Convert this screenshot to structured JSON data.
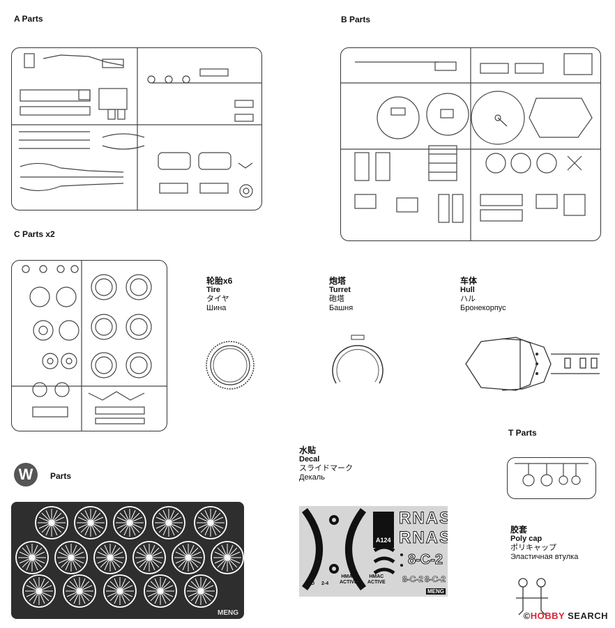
{
  "headers": {
    "a": "A Parts",
    "b": "B Parts",
    "c": "C Parts  x2",
    "t": "T Parts",
    "w_badge": "W",
    "w": "Parts"
  },
  "labels": {
    "tire": {
      "zh": "轮胎x6",
      "en": "Tire",
      "ja": "タイヤ",
      "ru": "Шина"
    },
    "turret": {
      "zh": "炮塔",
      "en": "Turret",
      "ja": "砲塔",
      "ru": "Башня"
    },
    "hull": {
      "zh": "车体",
      "en": "Hull",
      "ja": "ハル",
      "ru": "Бронекорпус"
    },
    "decal": {
      "zh": "水贴",
      "en": "Decal",
      "ja": "スライドマーク",
      "ru": "Декаль"
    },
    "polycap": {
      "zh": "胶套",
      "en": "Poly cap",
      "ja": "ポリキャップ",
      "ru": "Эластичная втулка"
    }
  },
  "decal_text": {
    "rnas_1": "RNAS",
    "rnas_2": "RNAS",
    "code_large": "8-C-2",
    "code_small_1": "8-C-2",
    "code_small_2": "8-C-2",
    "serial": "A124",
    "hmac_1": "HMAC",
    "active_1": "ACTIVE",
    "hmac_2": "HMAC",
    "active_2": "ACTIVE",
    "wo": "WO",
    "num": "2-4",
    "brand": "MENG"
  },
  "pe_text": {
    "brand": "MENG"
  },
  "watermark": {
    "prefix": "©",
    "brand": "HOBBY",
    "rest": " SEARCH"
  },
  "colors": {
    "line": "#333333",
    "pe_bg": "#2e2e2e",
    "decal_bg": "#d6d6d6",
    "watermark_accent": "#dd2233"
  }
}
